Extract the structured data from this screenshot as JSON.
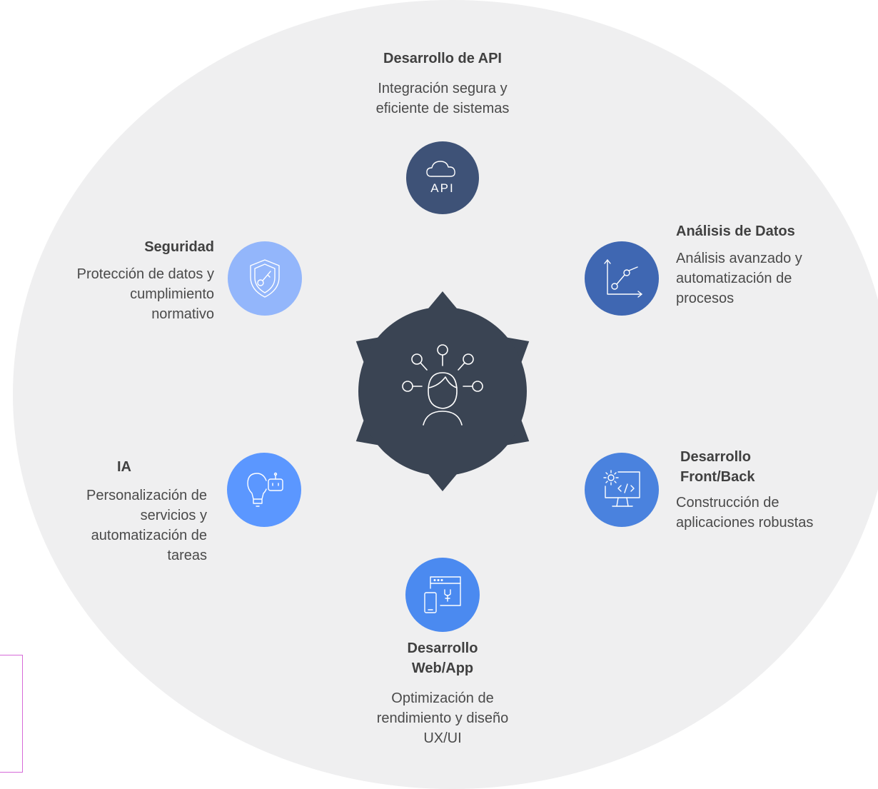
{
  "colors": {
    "background_circle": "#efeff0",
    "hub": "#3a4453",
    "arrows": "#3a4453",
    "api_node": "#3e5277",
    "datos_node": "#3f67b2",
    "frontback_node": "#4a82de",
    "webapp_node": "#4b8af0",
    "ia_node": "#5b97ff",
    "seguridad_node": "#93b6fb"
  },
  "hub": {
    "icon": "person-ideas-icon"
  },
  "nodes": {
    "api": {
      "title": "Desarrollo de API",
      "desc_lines": [
        "Integración segura y",
        "eficiente de sistemas"
      ],
      "icon": "cloud-api-icon",
      "icon_text": "API"
    },
    "datos": {
      "title": "Análisis de Datos",
      "desc_lines": [
        "Análisis avanzado y",
        "automatización de",
        "procesos"
      ],
      "icon": "line-chart-icon"
    },
    "frontback": {
      "title_lines": [
        "Desarrollo",
        "Front/Back"
      ],
      "desc_lines": [
        "Construcción de",
        "aplicaciones robustas"
      ],
      "icon": "code-monitor-icon"
    },
    "webapp": {
      "title_lines": [
        "Desarrollo",
        "Web/App"
      ],
      "desc_lines": [
        "Optimización de",
        "rendimiento y diseño",
        "UX/UI"
      ],
      "icon": "web-mobile-icon"
    },
    "ia": {
      "title": "IA",
      "desc_lines": [
        "Personalización de",
        "servicios y",
        "automatización de",
        "tareas"
      ],
      "icon": "bulb-robot-icon"
    },
    "seguridad": {
      "title": "Seguridad",
      "desc_lines": [
        "Protección de datos y",
        "cumplimiento",
        "normativo"
      ],
      "icon": "shield-key-icon"
    }
  }
}
